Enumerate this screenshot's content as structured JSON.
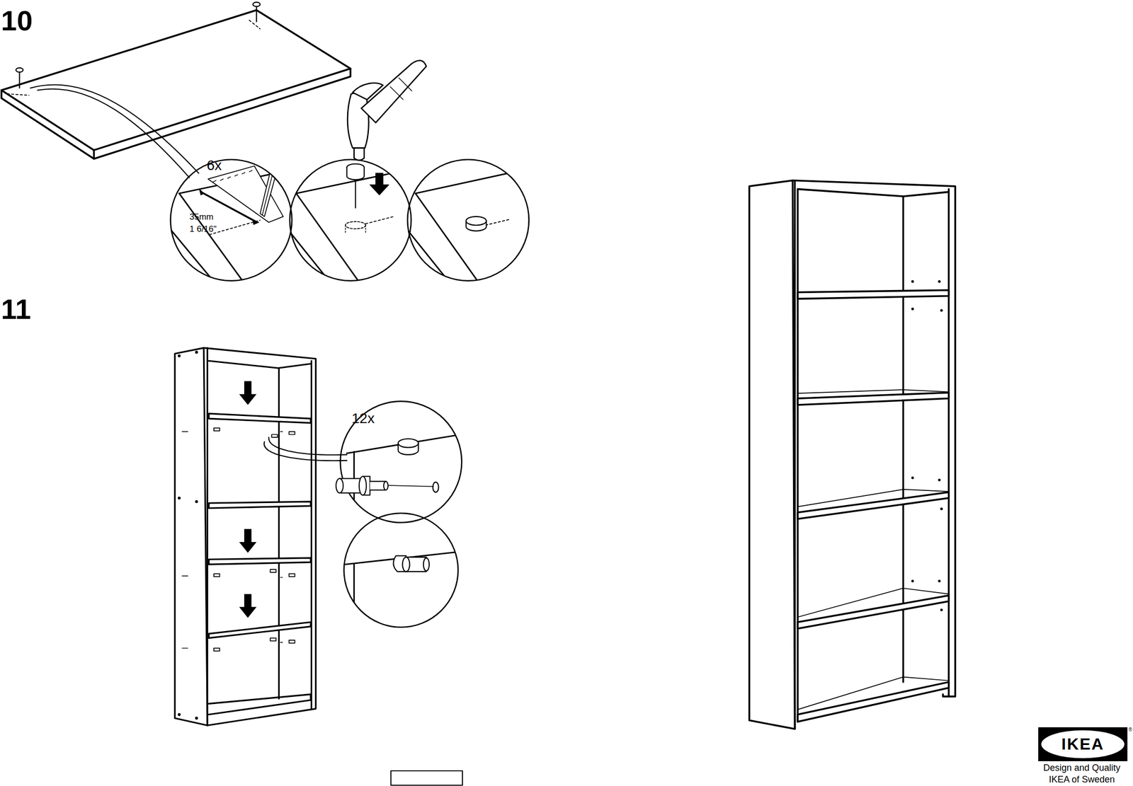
{
  "diagram": {
    "nodes": [
      {
        "text": [
          "IKEA"
        ]
      }
    ],
    "labels": [
      "10",
      "6x",
      "35mm",
      "1 6/16\"",
      "11",
      "12x",
      "®",
      "Design and Quality",
      "IKEA of Sweden"
    ]
  }
}
